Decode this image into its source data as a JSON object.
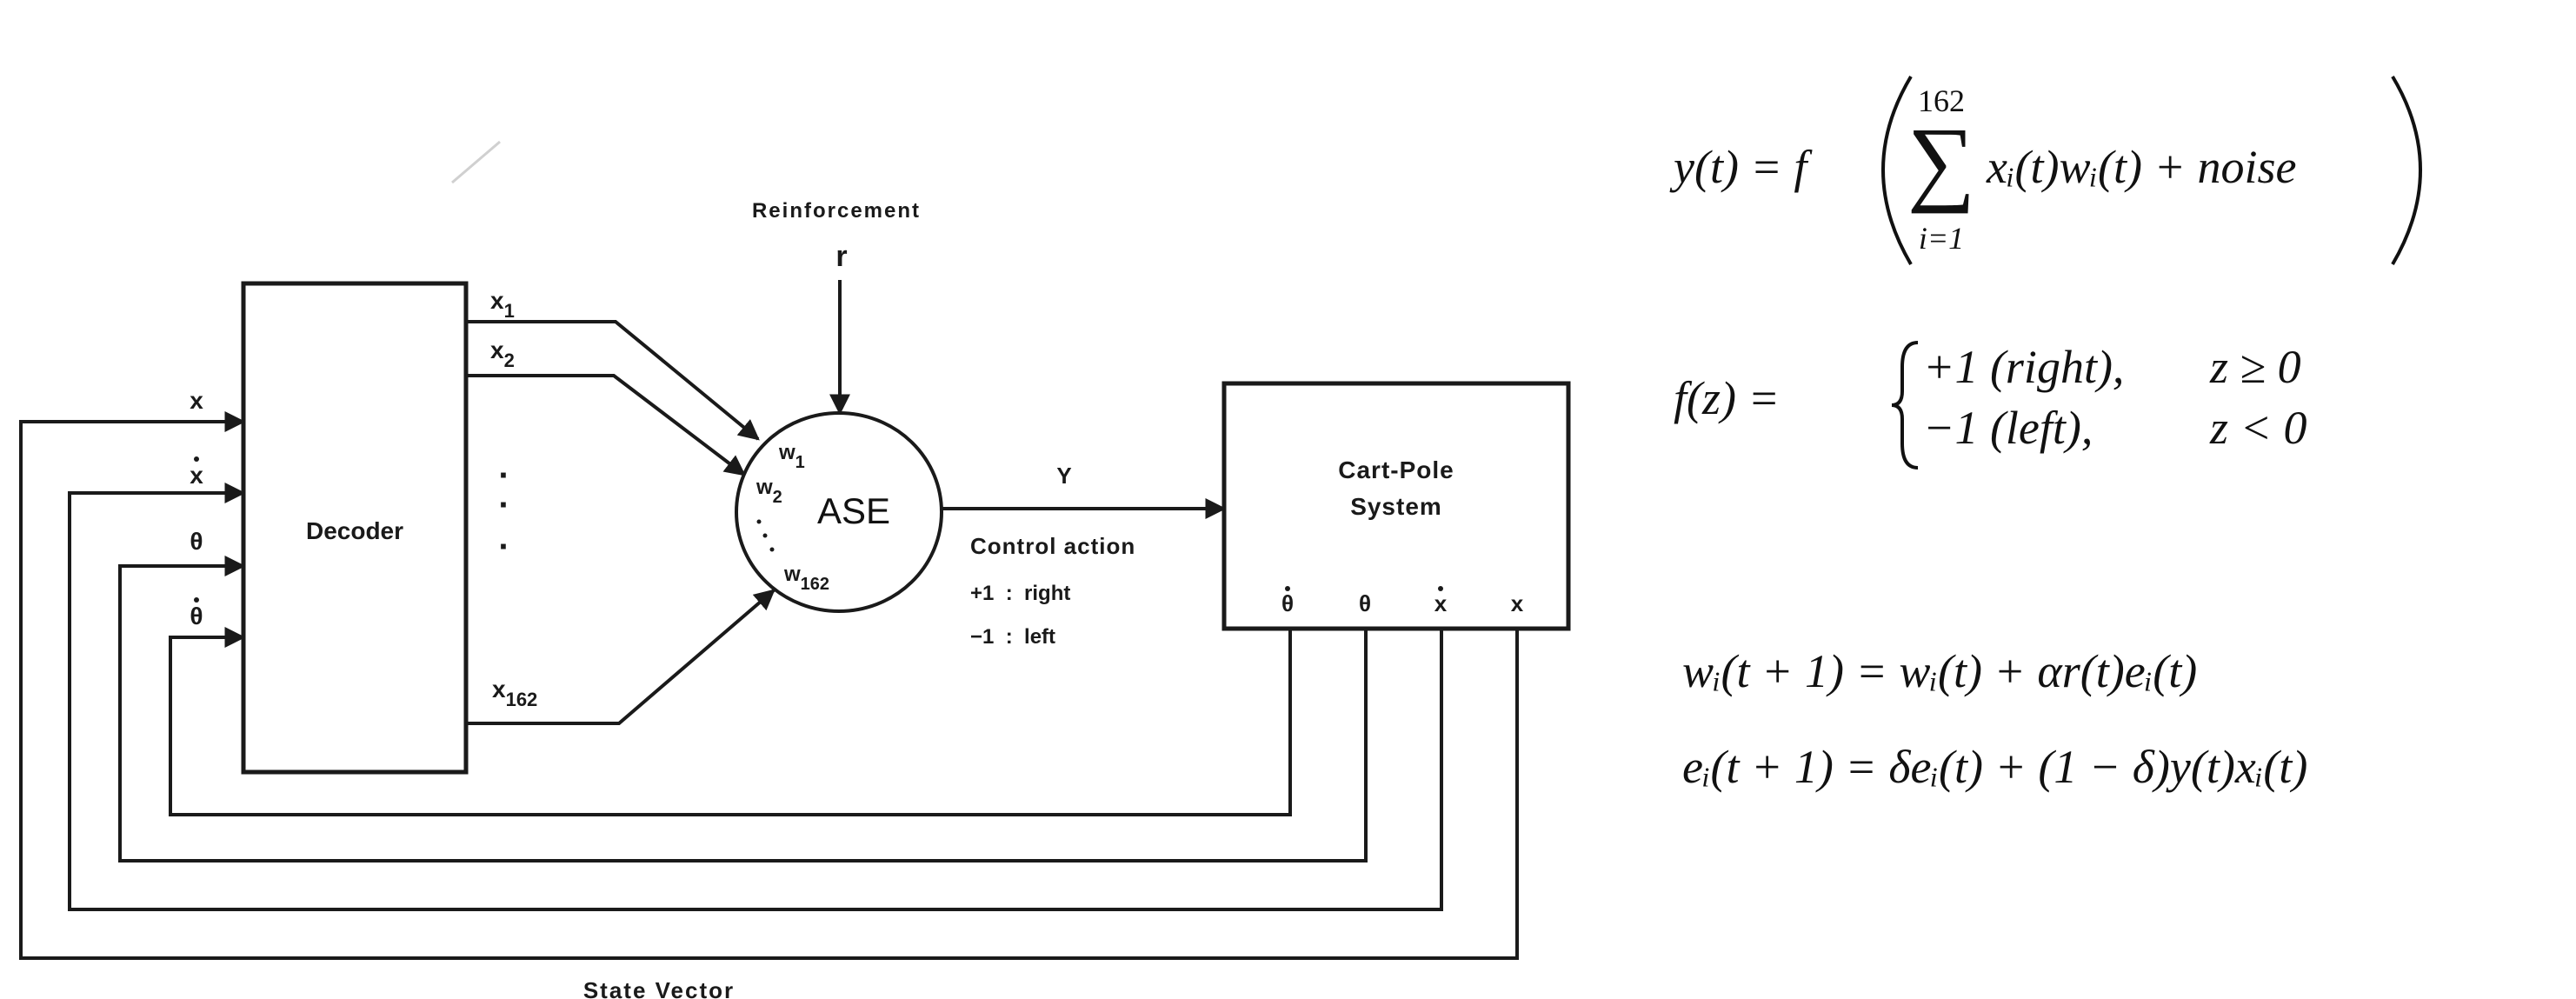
{
  "diagram": {
    "decoder": "Decoder",
    "ase": "ASE",
    "plant_line1": "Cart-Pole",
    "plant_line2": "System",
    "reinforcement_title": "Reinforcement",
    "reinforcement_symbol": "r",
    "output_symbol": "Y",
    "control_action_title": "Control action",
    "control_right": "+1  :  right",
    "control_left": "−1  :  left",
    "state_vector": "State Vector",
    "ellipsis": "·",
    "decoder_outputs": [
      {
        "base": "x",
        "sub": "1"
      },
      {
        "base": "x",
        "sub": "2"
      },
      {
        "base": "x",
        "sub": "162"
      }
    ],
    "weights": [
      {
        "base": "w",
        "sub": "1"
      },
      {
        "base": "w",
        "sub": "2"
      },
      {
        "base": "w",
        "sub": "162"
      }
    ],
    "decoder_inputs": [
      {
        "label": "x",
        "dot": false
      },
      {
        "label": "x",
        "dot": true
      },
      {
        "label": "θ",
        "dot": false
      },
      {
        "label": "θ",
        "dot": true
      }
    ],
    "plant_outputs": [
      {
        "label": "θ",
        "dot": true
      },
      {
        "label": "θ",
        "dot": false
      },
      {
        "label": "x",
        "dot": true
      },
      {
        "label": "x",
        "dot": false
      }
    ]
  },
  "equations": {
    "eq1": {
      "lhs": "y(t) = f",
      "sigma": "∑",
      "upper": "162",
      "lower": "i=1",
      "body": "xᵢ(t)wᵢ(t) + noise"
    },
    "eq2": {
      "lhs": "f(z) =",
      "case1": "+1 (right),",
      "cond1": "z ≥ 0",
      "case2": "−1 (left),",
      "cond2": "z < 0"
    },
    "eq3": "wᵢ(t + 1) = wᵢ(t) + αr(t)eᵢ(t)",
    "eq4": "eᵢ(t + 1) = δeᵢ(t) + (1 − δ)y(t)xᵢ(t)"
  }
}
